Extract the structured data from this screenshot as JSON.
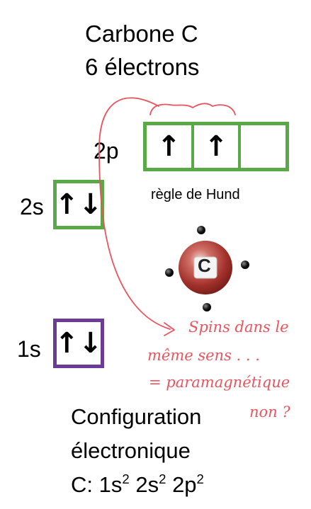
{
  "title": {
    "line1": "Carbone C",
    "line2": "6 électrons"
  },
  "orbitals": {
    "p2": {
      "label": "2p",
      "cells": [
        "↑",
        "↑",
        ""
      ]
    },
    "s2": {
      "label": "2s",
      "cell": "↑↓"
    },
    "s1": {
      "label": "1s",
      "cell": "↑↓"
    }
  },
  "hund_label": "règle de Hund",
  "atom": {
    "symbol": "C"
  },
  "handwritten_note": {
    "line1": "Spins dans le",
    "line2": "même sens . . .",
    "line3": "= paramagnétique",
    "line4": "non ?"
  },
  "configuration": {
    "line1": "Configuration",
    "line2": "électronique",
    "line3_prefix": "C: ",
    "terms": [
      {
        "base": "1s",
        "exp": "2"
      },
      {
        "base": "2s",
        "exp": "2"
      },
      {
        "base": "2p",
        "exp": "2"
      }
    ]
  },
  "colors": {
    "green_box": "#5aa947",
    "purple_box": "#6a3b97",
    "annotation": "#e9545f",
    "atom_core": "#b0403a"
  }
}
